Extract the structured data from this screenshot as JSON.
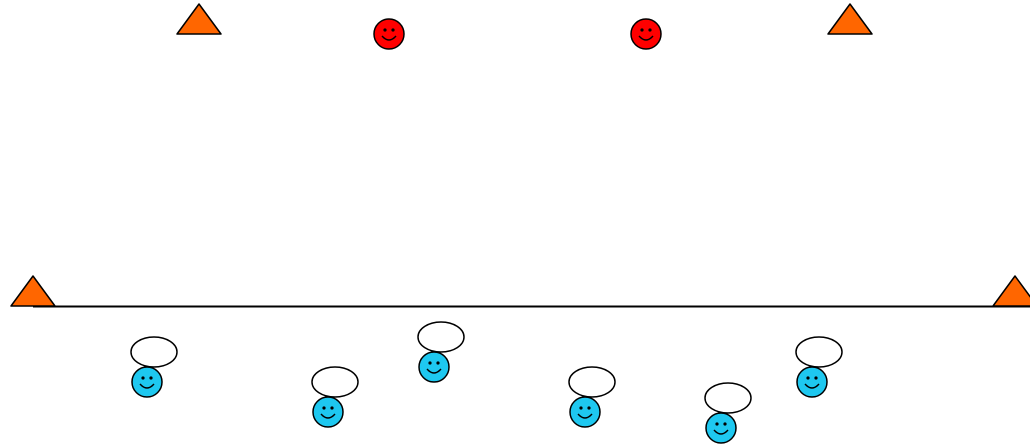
{
  "colors": {
    "background": "#ffffff",
    "line": "#000000",
    "cone_fill": "#ff6600",
    "red_player_fill": "#ff0000",
    "blue_player_fill": "#1ec8f0",
    "ball_fill": "#ffffff",
    "outline": "#000000"
  },
  "elements": {
    "cones": {
      "count": 4,
      "icon": "cone-triangle-icon"
    },
    "red_players": {
      "count": 2,
      "icon": "smiley-face-icon"
    },
    "blue_players": {
      "count": 6,
      "icon": "smiley-face-icon",
      "with_ball": true
    },
    "balls": {
      "count": 6,
      "icon": "ball-ellipse-icon"
    },
    "line": {
      "icon": "boundary-line"
    }
  }
}
